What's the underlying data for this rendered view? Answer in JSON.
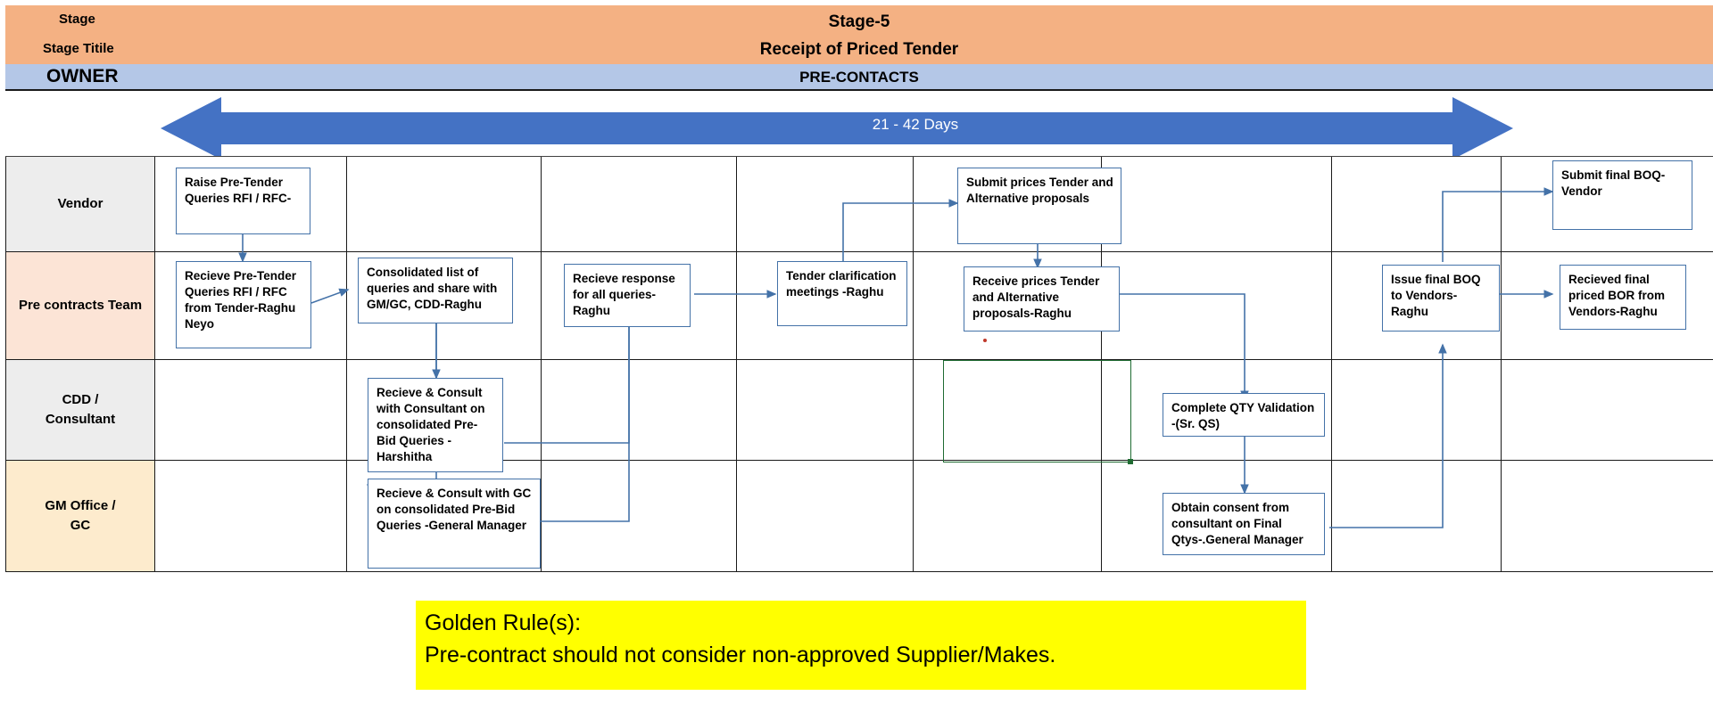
{
  "header": {
    "stage_label": "Stage",
    "stage_title_label": "Stage Titile",
    "stage_number": "Stage-5",
    "stage_title": "Receipt of Priced Tender",
    "owner_label": "OWNER",
    "owner_value": "PRE-CONTACTS",
    "duration": "21  - 42 Days",
    "band_color": "#F4B183",
    "owner_color": "#B4C7E7",
    "arrow_color": "#4472C4"
  },
  "lanes": [
    {
      "label": "Vendor",
      "color": "#EDEDED"
    },
    {
      "label": "Pre contracts Team",
      "color": "#FCE4D6"
    },
    {
      "label": "CDD / Consultant",
      "color": "#EDEDED"
    },
    {
      "label": "GM Office / GC",
      "color": "#FDEBCD"
    }
  ],
  "boxes": {
    "vendor_raise_queries": "Raise Pre-Tender Queries RFI / RFC-",
    "vendor_submit_prices": "Submit prices Tender and Alternative proposals",
    "vendor_submit_final_boq": "Submit final BOQ-Vendor",
    "pc_receive_queries": "Recieve Pre-Tender Queries RFI / RFC from Tender-Raghu Neyo",
    "pc_consolidated_list": "Consolidated list of queries and share with GM/GC, CDD-Raghu",
    "pc_receive_response": "Recieve response for all queries-Raghu",
    "pc_tender_clarification": "Tender clarification meetings -Raghu",
    "pc_receive_prices": "Receive prices Tender and Alternative proposals-Raghu",
    "pc_issue_final_boq": "Issue final BOQ to Vendors-Raghu",
    "pc_received_final_bor": "Recieved final priced BOR from Vendors-Raghu",
    "cdd_consult_consultant": "Recieve & Consult with Consultant on consolidated Pre-Bid Queries - Harshitha",
    "cdd_qty_validation": "Complete QTY Validation -(Sr. QS)",
    "gm_consult_gc": "Recieve & Consult with GC on consolidated Pre-Bid Queries -General Manager",
    "gm_obtain_consent": "Obtain consent from consultant on Final Qtys-.General Manager"
  },
  "golden_rule": {
    "title": "Golden Rule(s):",
    "text": "Pre-contract should not consider non-approved Supplier/Makes.",
    "background": "#FFFF00"
  }
}
